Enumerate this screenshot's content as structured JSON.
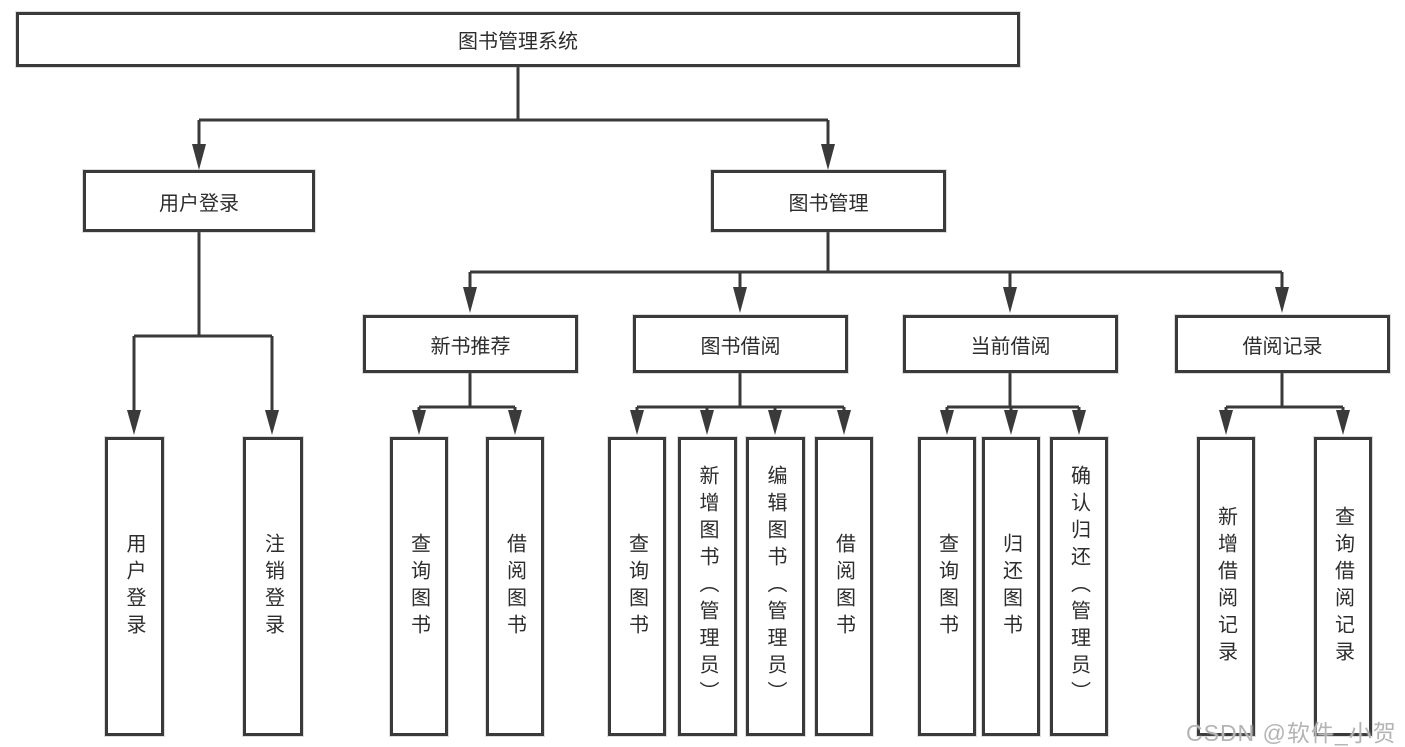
{
  "diagram": {
    "root": {
      "label": "图书管理系统"
    },
    "level2": [
      "用户登录",
      "图书管理"
    ],
    "level3": [
      "新书推荐",
      "图书借阅",
      "当前借阅",
      "借阅记录"
    ],
    "leaves": {
      "user_login": [
        "用户登录",
        "注销登录"
      ],
      "new_book_recommend": [
        "查询图书",
        "借阅图书"
      ],
      "book_borrow": [
        "查询图书",
        "新增图书（管理员）",
        "编辑图书（管理员）",
        "借阅图书"
      ],
      "current_borrow": [
        "查询图书",
        "归还图书",
        "确认归还（管理员）"
      ],
      "borrow_records": [
        "新增借阅记录",
        "查询借阅记录"
      ]
    }
  },
  "watermark": "CSDN @软件_小贺同学",
  "colors": {
    "line": "#3a3a3a",
    "box_border": "#3a3a3a",
    "text": "#2d2d2d",
    "watermark": "#b4b4b4",
    "background": "#ffffff"
  }
}
